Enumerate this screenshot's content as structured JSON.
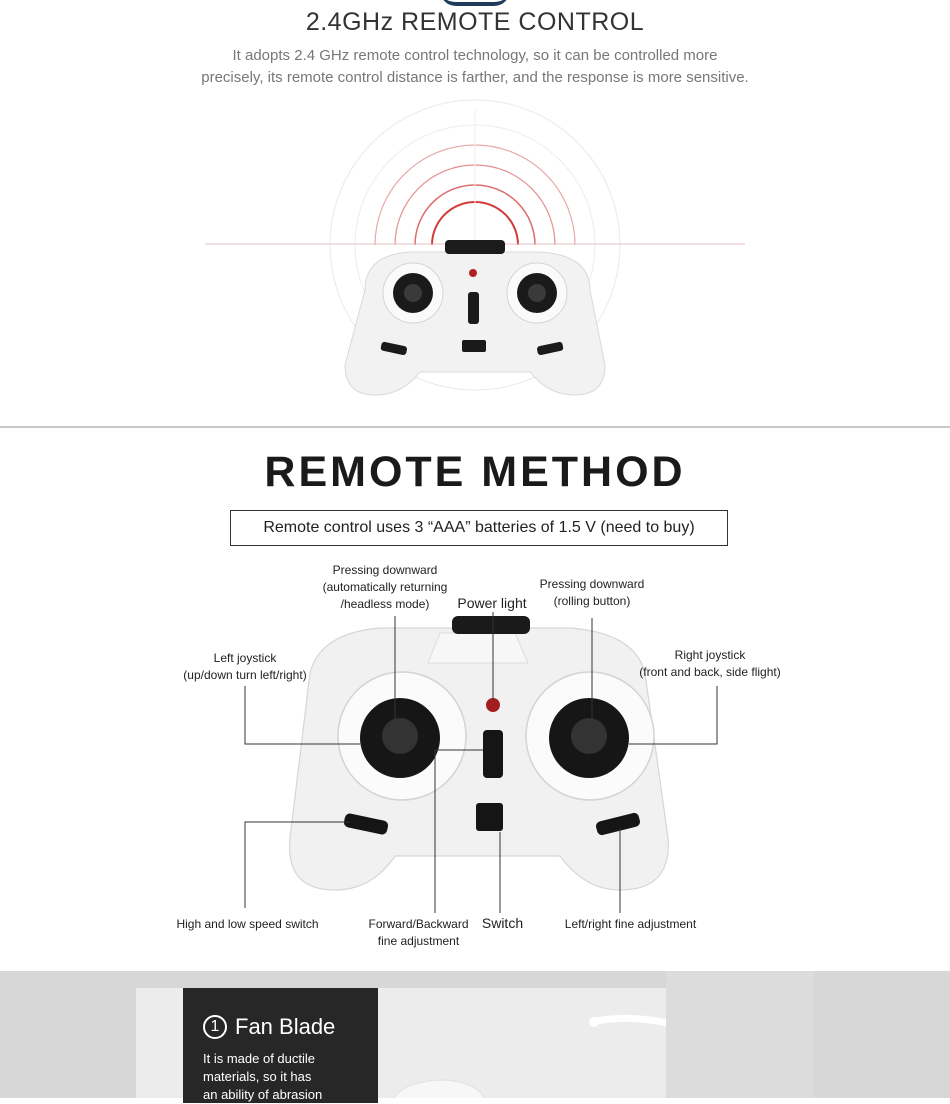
{
  "section1": {
    "title": "2.4GHz REMOTE CONTROL",
    "description_line1": "It adopts 2.4 GHz remote control technology, so it can be controlled more",
    "description_line2": "precisely, its remote control distance is farther, and the response is more sensitive."
  },
  "section2": {
    "title": "REMOTE METHOD",
    "battery_note": "Remote control uses 3 “AAA” batteries of 1.5 V (need to buy)",
    "labels": {
      "pressing_left_1": "Pressing downward",
      "pressing_left_2": "(automatically returning",
      "pressing_left_3": "/headless mode)",
      "power_light": "Power light",
      "pressing_right_1": "Pressing downward",
      "pressing_right_2": "(rolling button)",
      "left_joystick_1": "Left joystick",
      "left_joystick_2": "(up/down  turn left/right)",
      "right_joystick_1": "Right joystick",
      "right_joystick_2": "(front and back, side flight)",
      "high_low_speed": "High and low speed switch",
      "fwd_back_1": "Forward/Backward",
      "fwd_back_2": "fine adjustment",
      "switch": "Switch",
      "left_right_fine": "Left/right fine adjustment"
    }
  },
  "section3": {
    "number": "1",
    "title": "Fan Blade",
    "desc_line1": "It is made of ductile",
    "desc_line2": "materials, so it has",
    "desc_line3": "an ability of abrasion"
  },
  "colors": {
    "signal_red": "#d23a3a",
    "card_dark": "#272727"
  }
}
